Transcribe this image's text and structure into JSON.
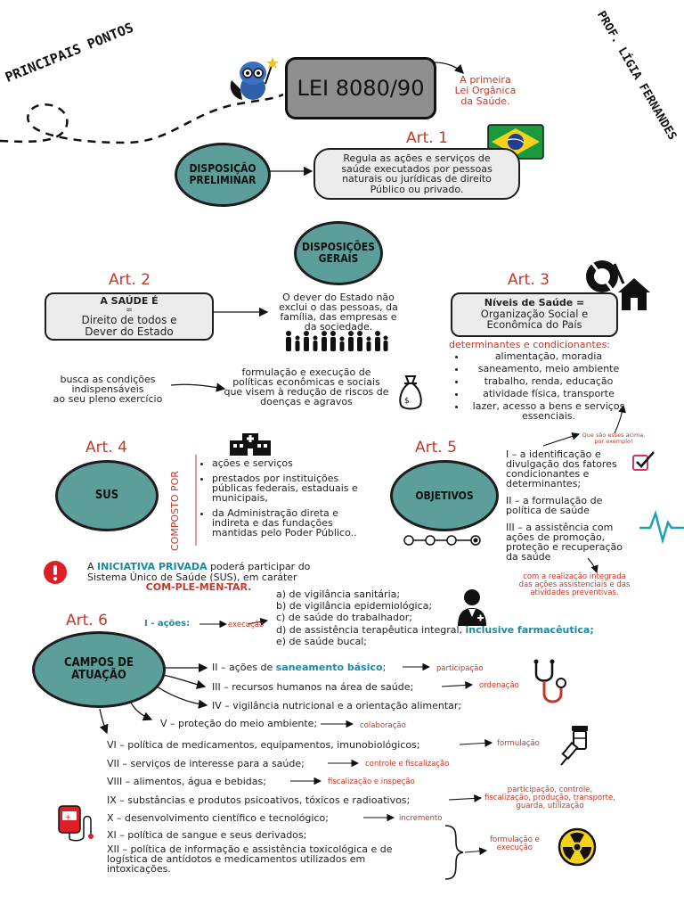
{
  "header": {
    "side_left": "PRINCIPAIS PONTOS",
    "side_right": "PROF. LÍGIA FERNANDES",
    "title": "LEI 8080/90",
    "note": [
      "A primeira",
      "Lei Orgânica",
      "da Saúde."
    ]
  },
  "art1": {
    "label": "Art. 1",
    "circle": [
      "DISPOSIÇÃO",
      "PRELIMINAR"
    ],
    "text": [
      "Regula as ações e serviços de",
      "saúde executados por pessoas",
      "naturais ou jurídicas de direito",
      "Público ou privado."
    ]
  },
  "gerais": [
    "DISPOSIÇÕES",
    "GERAIS"
  ],
  "art2": {
    "label": "Art. 2",
    "box_title": "A SAÚDE É",
    "box_eq": "=",
    "box_text": [
      "Direito de todos e",
      "Dever do Estado"
    ],
    "dever": [
      "O dever do Estado não",
      "exclui o das pessoas, da",
      "família, das empresas e",
      "da sociedade."
    ],
    "busca": [
      "busca as condições",
      "indispensáveis",
      "ao seu pleno exercício"
    ],
    "formulacao": [
      "formulação e execução de",
      "políticas econômicas e sociais",
      "que visem à redução de riscos de",
      "doenças e agravos"
    ]
  },
  "art3": {
    "label": "Art. 3",
    "box_title": "Níveis de Saúde =",
    "box_text": [
      "Organização Social e",
      "Econômica do País"
    ],
    "det_title": "determinantes e condicionantes:",
    "items": [
      "alimentação, moradia",
      "saneamento, meio ambiente",
      "trabalho, renda, educação",
      "atividade física, transporte",
      "lazer, acesso a bens e serviços essenciais."
    ],
    "note": [
      "Que são esses acima,",
      "por exemplo!"
    ]
  },
  "art4": {
    "label": "Art. 4",
    "circle": "SUS",
    "vertical": "COMPOSTO POR",
    "items": [
      "ações e serviços",
      "prestados por instituições públicas federais, estaduais e municipais,",
      "da Administração direta e indireta e das fundações mantidas pelo Poder Público.."
    ]
  },
  "art5": {
    "label": "Art. 5",
    "circle": "OBJETIVOS",
    "items": [
      "I – a identificação e divulgação dos fatores condicionantes e determinantes;",
      "II – a formulação de política de saúde",
      "III – a assistência com ações de promoção, proteção e recuperação da saúde"
    ],
    "note": [
      "com a realização integrada",
      "das ações assistenciais e das",
      "atividades preventivas."
    ]
  },
  "privada": {
    "pre": "A ",
    "highlight": "INICIATIVA PRIVADA",
    "post": " poderá participar do",
    "line2": "Sistema Único de Saúde (SUS), em caráter",
    "line3": "COM-PLE-MEN-TAR."
  },
  "art6": {
    "label": "Art. 6",
    "circle": [
      "CAMPOS DE",
      "ATUAÇÃO"
    ],
    "acoes_label": "I - ações:",
    "acoes_note": "execução",
    "acoes": [
      "a) de vigilância sanitária;",
      "b) de vigilância epidemiológica;",
      "c) de saúde do trabalhador;",
      "d) de assistência terapêutica integral, ",
      "e) de saúde bucal;"
    ],
    "acoes_d_hl": "inclusive farmacêutica;",
    "rows": [
      {
        "pre": "II – ações de ",
        "hl": "saneamento básico",
        "post": ";",
        "note": "participação"
      },
      {
        "pre": "III – recursos humanos na área de saúde;",
        "hl": "",
        "post": "",
        "note": "ordenação"
      },
      {
        "pre": "IV – vigilância nutricional e a orientação alimentar;",
        "hl": "",
        "post": "",
        "note": ""
      },
      {
        "pre": "V – proteção do meio ambiente;",
        "hl": "",
        "post": "",
        "note": "colaboração"
      },
      {
        "pre": "VI – política de medicamentos, equipamentos, imunobiológicos;",
        "hl": "",
        "post": "",
        "note": "formulação"
      },
      {
        "pre": "VII – serviços de interesse para a saúde;",
        "hl": "",
        "post": "",
        "note": "controle e fiscalização"
      },
      {
        "pre": "VIII – alimentos, água e bebidas;",
        "hl": "",
        "post": "",
        "note": "fiscalização e inspeção"
      },
      {
        "pre": "IX – substâncias e produtos psicoativos, tóxicos e radioativos;",
        "hl": "",
        "post": "",
        "note": ""
      },
      {
        "pre": "X – desenvolvimento científico e tecnológico;",
        "hl": "",
        "post": "",
        "note": "incremento"
      },
      {
        "pre": "XI – política de sangue e seus derivados;",
        "hl": "",
        "post": "",
        "note": ""
      }
    ],
    "ix_note": [
      "participação, controle,",
      "fiscalização, produção, transporte,",
      "guarda, utilização"
    ],
    "xii": [
      "XII – política de informação e assistência toxicológica e de",
      "logística de antídotos e medicamentos utilizados em",
      "intoxicações."
    ],
    "brace_note": [
      "formulação e",
      "execução"
    ]
  }
}
